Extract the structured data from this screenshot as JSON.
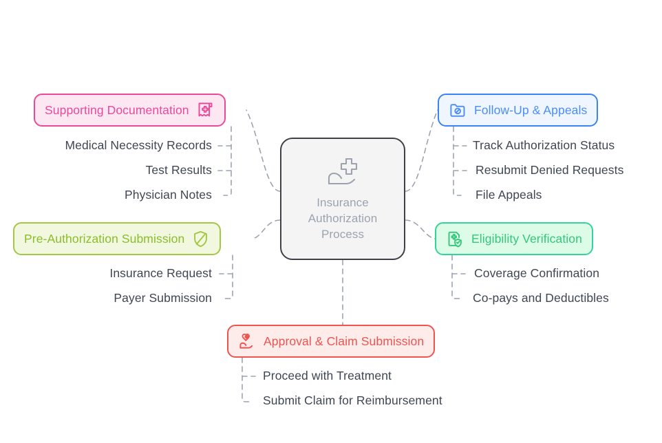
{
  "diagram": {
    "type": "mind-map",
    "center": {
      "label": "Insurance\nAuthorization\nProcess",
      "line1": "Insurance",
      "line2": "Authorization",
      "line3": "Process",
      "icon": "hand-holding-medical-cross-icon",
      "fill": "#f4f4f5",
      "border": "#3f3f46",
      "text_color": "#9ca3af"
    },
    "branches": [
      {
        "id": "supporting-documentation",
        "label": "Supporting Documentation",
        "icon": "medical-receipt-icon",
        "side": "left",
        "fill": "#fce7f3",
        "border": "#ec4899",
        "text_color": "#ec4899",
        "leaves": [
          "Medical Necessity Records",
          "Test Results",
          "Physician Notes"
        ]
      },
      {
        "id": "pre-authorization-submission",
        "label": "Pre-Authorization Submission",
        "icon": "shield-slash-icon",
        "side": "left",
        "fill": "#f1f8df",
        "border": "#a3c644",
        "text_color": "#8bbd2a",
        "leaves": [
          "Insurance Request",
          "Payer Submission"
        ]
      },
      {
        "id": "follow-up-and-appeals",
        "label": "Follow-Up & Appeals",
        "icon": "folder-prohibited-icon",
        "side": "right",
        "fill": "#eff6ff",
        "border": "#3b82f6",
        "text_color": "#4b8df8",
        "leaves": [
          "Track Authorization Status",
          "Resubmit Denied Requests",
          "File Appeals"
        ]
      },
      {
        "id": "eligibility-verification",
        "label": "Eligibility Verification",
        "icon": "document-shield-check-icon",
        "side": "right",
        "fill": "#dcfce7",
        "border": "#34d399",
        "text_color": "#34c77b",
        "leaves": [
          "Coverage Confirmation",
          "Co-pays and Deductibles"
        ]
      },
      {
        "id": "approval-and-claim-submission",
        "label": "Approval & Claim Submission",
        "icon": "hand-holding-heart-cross-icon",
        "side": "bottom",
        "fill": "#fdecea",
        "border": "#ef5350",
        "text_color": "#ef5350",
        "leaves": [
          "Proceed with Treatment",
          "Submit Claim for Reimbursement"
        ]
      }
    ],
    "connector_color": "#9ca3af"
  }
}
